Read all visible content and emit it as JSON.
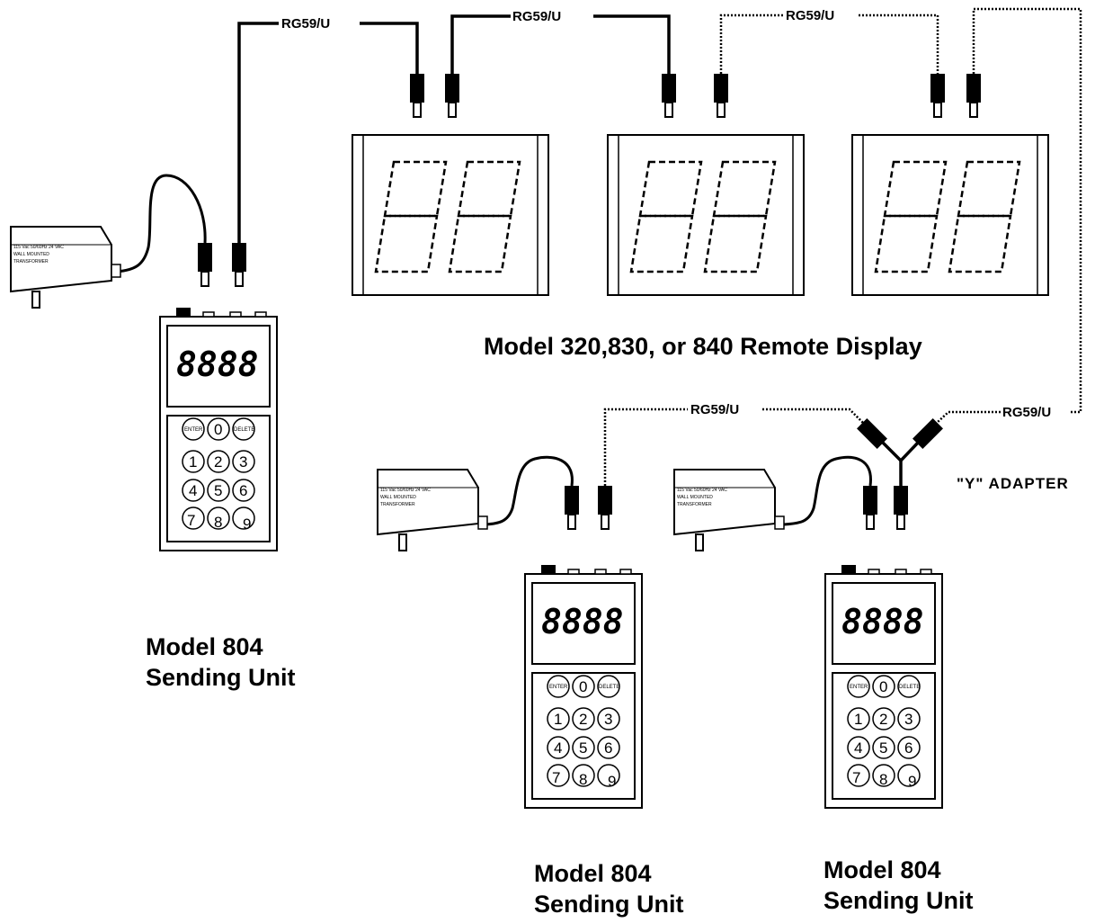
{
  "cables": {
    "label_1": "RG59/U",
    "label_2": "RG59/U",
    "label_3": "RG59/U",
    "label_4": "RG59/U",
    "label_5": "RG59/U"
  },
  "remote_display": {
    "caption": "Model 320,830, or 840 Remote Display"
  },
  "y_adapter": {
    "label": "\"Y\" ADAPTER"
  },
  "sending_units": [
    {
      "line1": "Model 804",
      "line2": "Sending Unit",
      "lcd": "8888"
    },
    {
      "line1": "Model 804",
      "line2": "Sending Unit",
      "lcd": "8888"
    },
    {
      "line1": "Model 804",
      "line2": "Sending Unit",
      "lcd": "8888"
    }
  ],
  "keypad": {
    "enter": "ENTER",
    "delete": "DELETE",
    "keys": [
      "0",
      "1",
      "2",
      "3",
      "4",
      "5",
      "6",
      "7",
      "8",
      "9"
    ]
  },
  "transformer": {
    "plate_line1": "115 Vac 50/60Hz 24 VAC",
    "plate_line2": "WALL MOUNTED",
    "plate_line3": "TRANSFORMER"
  }
}
